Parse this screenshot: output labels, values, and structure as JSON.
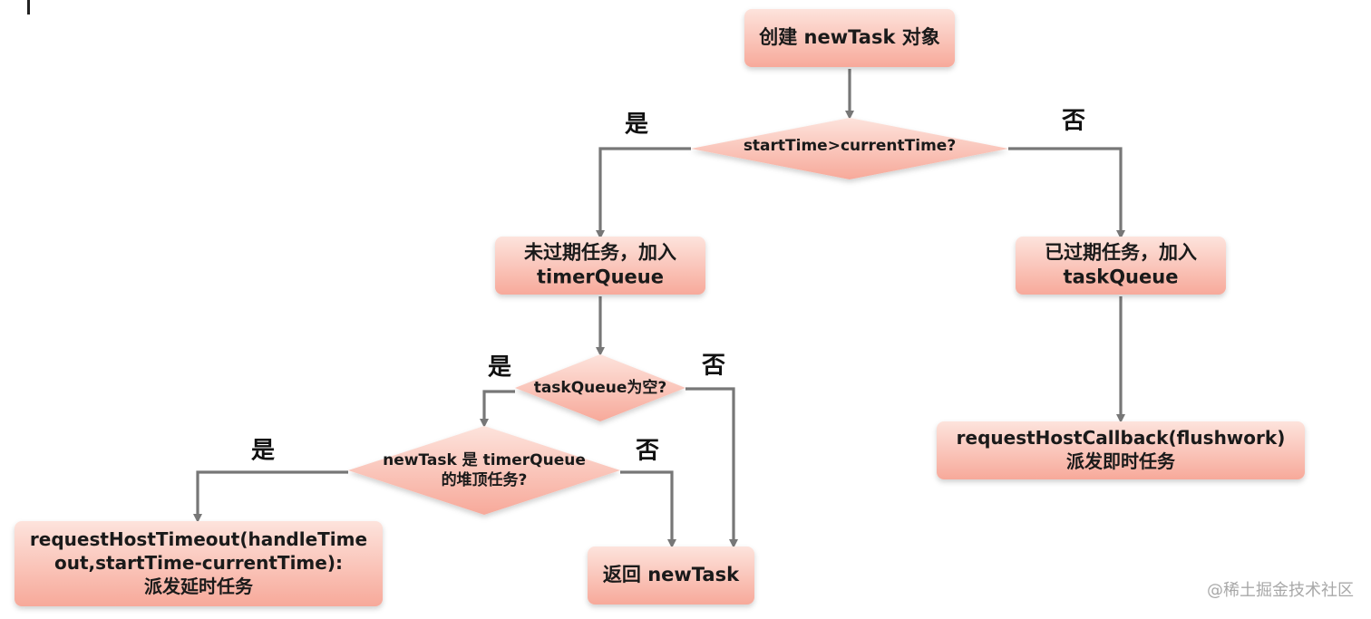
{
  "colors": {
    "node_fill_top": "#fde3dc",
    "node_fill_bottom": "#f7a99a",
    "edge": "#777777",
    "text": "#1a1a1a"
  },
  "nodes": {
    "create": {
      "lines": [
        "创建 newTask 对象"
      ]
    },
    "d_start": {
      "lines": [
        "startTime>currentTime?"
      ]
    },
    "not_expired": {
      "lines": [
        "未过期任务，加入",
        "timerQueue"
      ]
    },
    "expired": {
      "lines": [
        "已过期任务，加入",
        "taskQueue"
      ]
    },
    "d_taskqueue": {
      "lines": [
        "taskQueue为空?"
      ]
    },
    "d_top": {
      "lines": [
        "newTask 是 timerQueue",
        "的堆顶任务?"
      ]
    },
    "req_timeout": {
      "lines": [
        "requestHostTimeout(handleTime",
        "out,startTime-currentTime):",
        "派发延时任务"
      ]
    },
    "return": {
      "lines": [
        "返回 newTask"
      ]
    },
    "req_callback": {
      "lines": [
        "requestHostCallback(flushwork)",
        "派发即时任务"
      ]
    }
  },
  "edge_labels": {
    "start_yes": "是",
    "start_no": "否",
    "tq_yes": "是",
    "tq_no": "否",
    "top_yes": "是",
    "top_no": "否"
  },
  "watermark": "@稀土掘金技术社区"
}
